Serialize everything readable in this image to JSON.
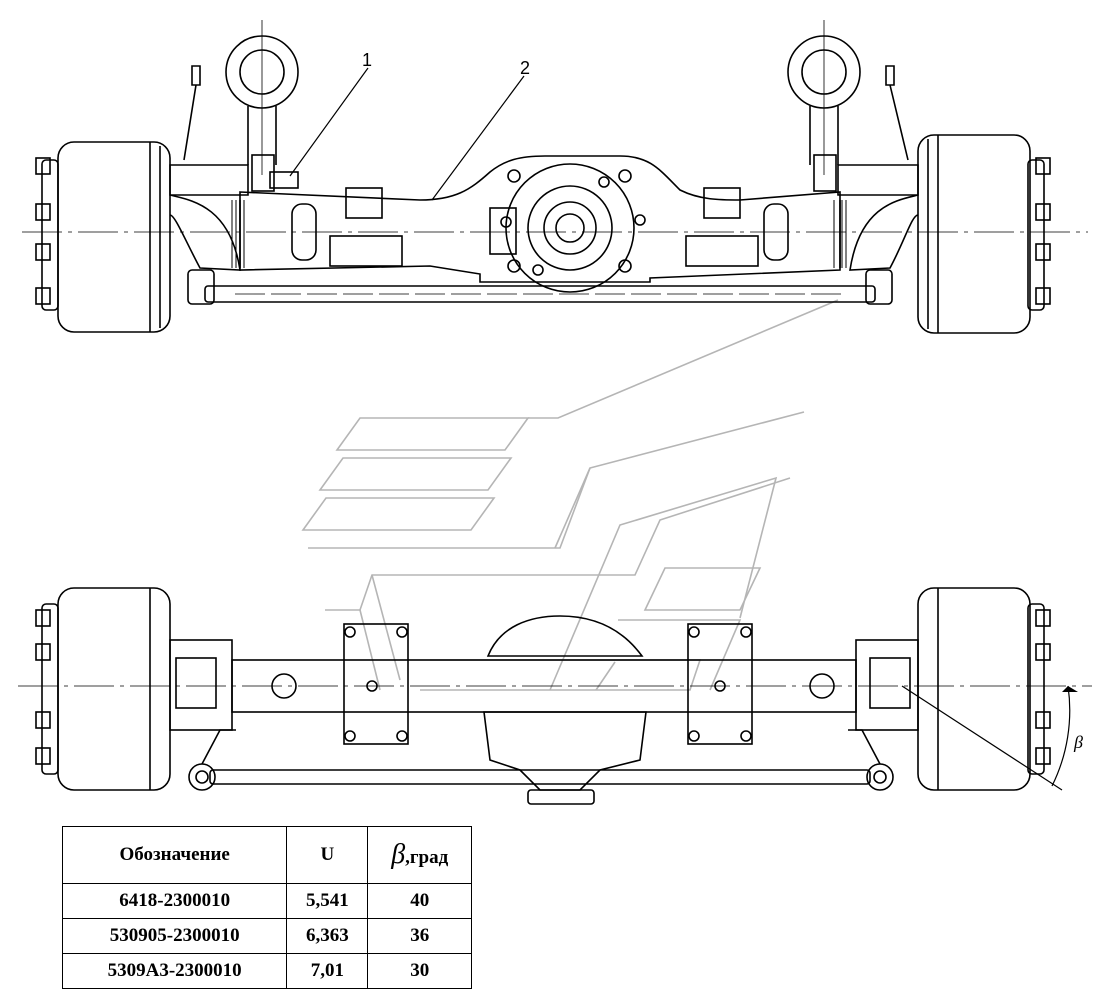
{
  "callouts": [
    "1",
    "2"
  ],
  "angle_label": "β",
  "table": {
    "headers": [
      "Обозначение",
      "U",
      ",град"
    ],
    "beta_symbol": "β",
    "rows": [
      [
        "6418-2300010",
        "5,541",
        "40"
      ],
      [
        "530905-2300010",
        "6,363",
        "36"
      ],
      [
        "5309А3-2300010",
        "7,01",
        "30"
      ]
    ]
  },
  "colors": {
    "line": "#000000",
    "watermark": "#b5b5b5",
    "background": "#ffffff"
  }
}
